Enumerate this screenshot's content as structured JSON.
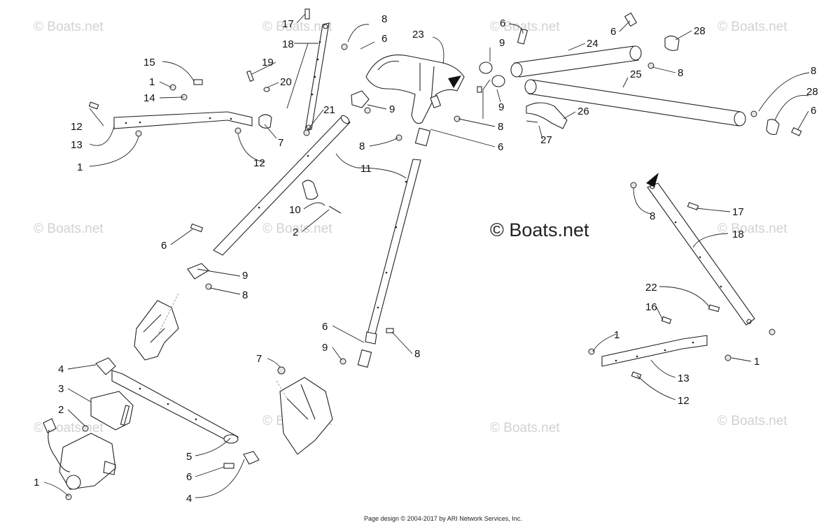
{
  "watermark": "© Boats.net",
  "center_watermark": "© Boats.net",
  "footer": "Page design © 2004-2017 by ARI Network Services, Inc.",
  "callouts": [
    {
      "id": "c17a",
      "label": "17"
    },
    {
      "id": "c8a",
      "label": "8"
    },
    {
      "id": "c6a",
      "label": "6"
    },
    {
      "id": "c18a",
      "label": "18"
    },
    {
      "id": "c19",
      "label": "19"
    },
    {
      "id": "c20",
      "label": "20"
    },
    {
      "id": "c15",
      "label": "15"
    },
    {
      "id": "c1a",
      "label": "1"
    },
    {
      "id": "c14",
      "label": "14"
    },
    {
      "id": "c12a",
      "label": "12"
    },
    {
      "id": "c13a",
      "label": "13"
    },
    {
      "id": "c1b",
      "label": "1"
    },
    {
      "id": "c7a",
      "label": "7"
    },
    {
      "id": "c12b",
      "label": "12"
    },
    {
      "id": "c21",
      "label": "21"
    },
    {
      "id": "c23",
      "label": "23"
    },
    {
      "id": "c9a",
      "label": "9"
    },
    {
      "id": "c8b",
      "label": "8"
    },
    {
      "id": "c11",
      "label": "11"
    },
    {
      "id": "c10",
      "label": "10"
    },
    {
      "id": "c2a",
      "label": "2"
    },
    {
      "id": "c6b",
      "label": "6"
    },
    {
      "id": "c9b",
      "label": "9"
    },
    {
      "id": "c8c",
      "label": "8"
    },
    {
      "id": "c6c",
      "label": "6"
    },
    {
      "id": "c9c",
      "label": "9"
    },
    {
      "id": "c8d",
      "label": "8"
    },
    {
      "id": "c6d",
      "label": "6"
    },
    {
      "id": "c24",
      "label": "24"
    },
    {
      "id": "c6e",
      "label": "6"
    },
    {
      "id": "c28a",
      "label": "28"
    },
    {
      "id": "c8e",
      "label": "8"
    },
    {
      "id": "c9d",
      "label": "9"
    },
    {
      "id": "c25",
      "label": "25"
    },
    {
      "id": "c8f",
      "label": "8"
    },
    {
      "id": "c28b",
      "label": "28"
    },
    {
      "id": "c9e",
      "label": "9"
    },
    {
      "id": "c26",
      "label": "26"
    },
    {
      "id": "c6f",
      "label": "6"
    },
    {
      "id": "c8g",
      "label": "8"
    },
    {
      "id": "c6g",
      "label": "6"
    },
    {
      "id": "c27",
      "label": "27"
    },
    {
      "id": "c8h",
      "label": "8"
    },
    {
      "id": "c17b",
      "label": "17"
    },
    {
      "id": "c18b",
      "label": "18"
    },
    {
      "id": "c22",
      "label": "22"
    },
    {
      "id": "c16",
      "label": "16"
    },
    {
      "id": "c1c",
      "label": "1"
    },
    {
      "id": "c1d",
      "label": "1"
    },
    {
      "id": "c13b",
      "label": "13"
    },
    {
      "id": "c12c",
      "label": "12"
    },
    {
      "id": "c7b",
      "label": "7"
    },
    {
      "id": "c4a",
      "label": "4"
    },
    {
      "id": "c3",
      "label": "3"
    },
    {
      "id": "c2b",
      "label": "2"
    },
    {
      "id": "c5",
      "label": "5"
    },
    {
      "id": "c6h",
      "label": "6"
    },
    {
      "id": "c1e",
      "label": "1"
    },
    {
      "id": "c4b",
      "label": "4"
    }
  ]
}
